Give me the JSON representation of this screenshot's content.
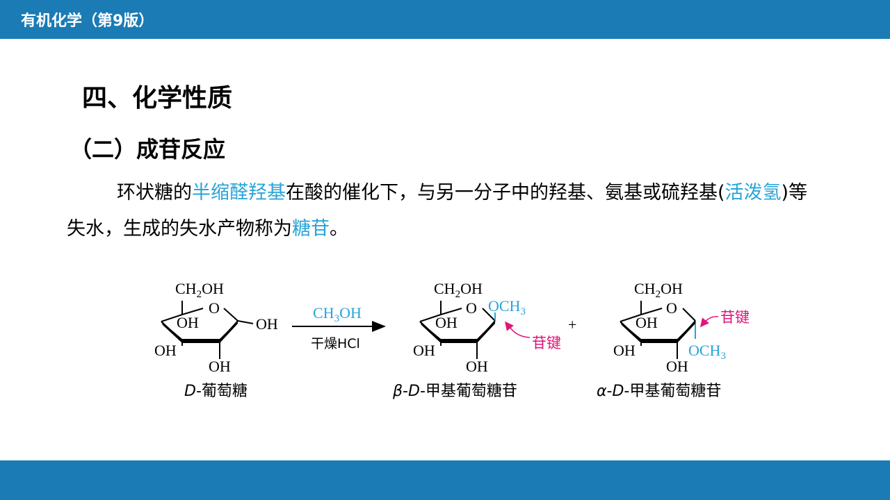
{
  "header": {
    "book_title": "有机化学（第9版）"
  },
  "section_title": "四、化学性质",
  "subsection_title": "（二）成苷反应",
  "paragraph": {
    "p1": "环状糖的",
    "h1": "半缩醛羟基",
    "p2": "在酸的催化下，与另一分子中的羟基、氨基或硫羟基(",
    "h2": "活泼氢",
    "p3": ")等失水，生成的失水产物称为",
    "h3": "糖苷",
    "p4": "。"
  },
  "diagram": {
    "colors": {
      "cyan": "#27a4d8",
      "magenta": "#e0157a"
    },
    "glucose": {
      "ch2oh": "CH",
      "ch2oh_sub": "2",
      "ch2oh_end": "OH",
      "ring_o": "O",
      "oh_ring": "OH",
      "oh_right": "OH",
      "oh_left": "OH",
      "oh_bottom": "OH",
      "caption_italic": "D",
      "caption_rest": "-葡萄糖"
    },
    "reaction": {
      "reagent": "CH",
      "reagent_sub": "3",
      "reagent_end": "OH",
      "condition": "干燥HCl"
    },
    "beta": {
      "ch2oh": "CH",
      "ch2oh_sub": "2",
      "ch2oh_end": "OH",
      "ring_o": "O",
      "och3": "OCH",
      "och3_sub": "3",
      "oh_ring": "OH",
      "oh_left": "OH",
      "oh_bottom": "OH",
      "bond_label": "苷键",
      "caption_italic1": "β",
      "caption_mid": "-",
      "caption_italic2": "D",
      "caption_rest": "-甲基葡萄糖苷"
    },
    "plus": "+",
    "alpha": {
      "ch2oh": "CH",
      "ch2oh_sub": "2",
      "ch2oh_end": "OH",
      "ring_o": "O",
      "och3": "OCH",
      "och3_sub": "3",
      "oh_ring": "OH",
      "oh_left": "OH",
      "oh_bottom": "OH",
      "bond_label": "苷键",
      "caption_italic1": "α",
      "caption_mid": "-",
      "caption_italic2": "D",
      "caption_rest": "-甲基葡萄糖苷"
    }
  }
}
